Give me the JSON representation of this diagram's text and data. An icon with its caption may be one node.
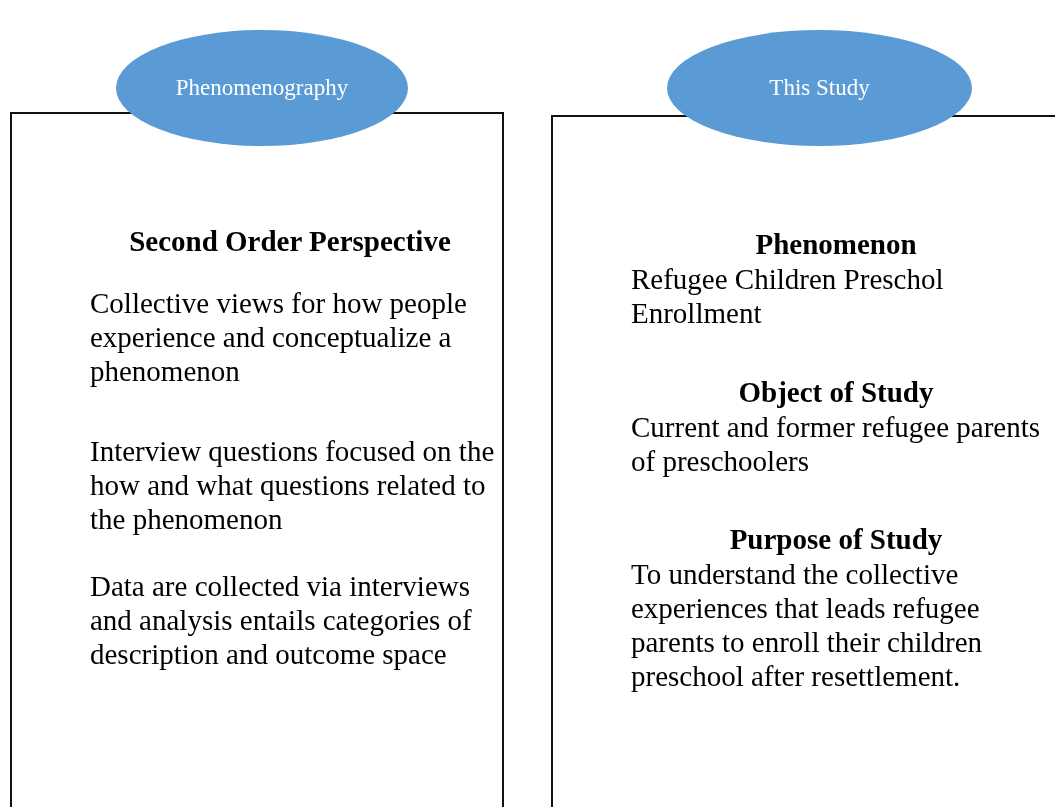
{
  "diagram": {
    "nodes": [
      {
        "text": [
          "Phenomenography"
        ]
      },
      {
        "text": [
          "Second Order Perspective",
          "Collective views for how people experience and conceptualize a phenomenon",
          "Interview questions focused on the how and what questions related to the phenomenon",
          "Data are collected via interviews and analysis entails categories of description and outcome space"
        ]
      },
      {
        "text": [
          "This Study"
        ]
      },
      {
        "text": [
          "Phenomenon",
          "Refugee Children Preschol Enrollment",
          "Object of Study",
          "Current and former refugee parents of preschoolers",
          "Purpose of Study",
          "To understand the collective experiences that leads refugee parents to enroll their children preschool after resettlement."
        ]
      }
    ]
  }
}
